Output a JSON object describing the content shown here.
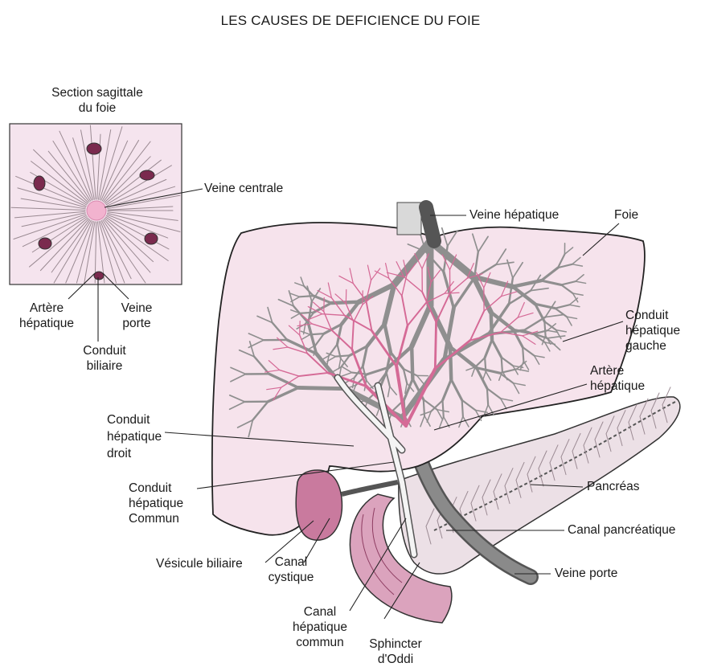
{
  "title": "LES CAUSES DE DEFICIENCE DU FOIE",
  "inset": {
    "heading_line1": "Section sagittale",
    "heading_line2": "du foie",
    "veine_centrale": "Veine centrale",
    "artere_line1": "Artère",
    "artere_line2": "hépatique",
    "veine_porte_line1": "Veine",
    "veine_porte_line2": "porte",
    "conduit_line1": "Conduit",
    "conduit_line2": "biliaire"
  },
  "labels": {
    "veine_hepatique": "Veine hépatique",
    "foie": "Foie",
    "conduit_gauche_1": "Conduit",
    "conduit_gauche_2": "hépatique",
    "conduit_gauche_3": "gauche",
    "artere_hep_1": "Artère",
    "artere_hep_2": "hépatique",
    "conduit_droit_1": "Conduit",
    "conduit_droit_2": "hépatique",
    "conduit_droit_3": "droit",
    "conduit_commun_1": "Conduit",
    "conduit_commun_2": "hépatique",
    "conduit_commun_3": "Commun",
    "pancreas": "Pancréas",
    "canal_pancreatique": "Canal pancréatique",
    "veine_porte": "Veine porte",
    "vesicule": "Vésicule biliaire",
    "canal_cystique_1": "Canal",
    "canal_cystique_2": "cystique",
    "canal_hep_commun_1": "Canal",
    "canal_hep_commun_2": "hépatique",
    "canal_hep_commun_3": "commun",
    "sphincter_1": "Sphincter",
    "sphincter_2": "d'Oddi"
  },
  "colors": {
    "liver_fill": "#f6e3ec",
    "vessel_gray": "#8f8f8f",
    "artery_pink": "#d56a96",
    "gallbladder": "#c97a9e",
    "pancreas_fill": "#ece0e6",
    "line": "#222222"
  }
}
